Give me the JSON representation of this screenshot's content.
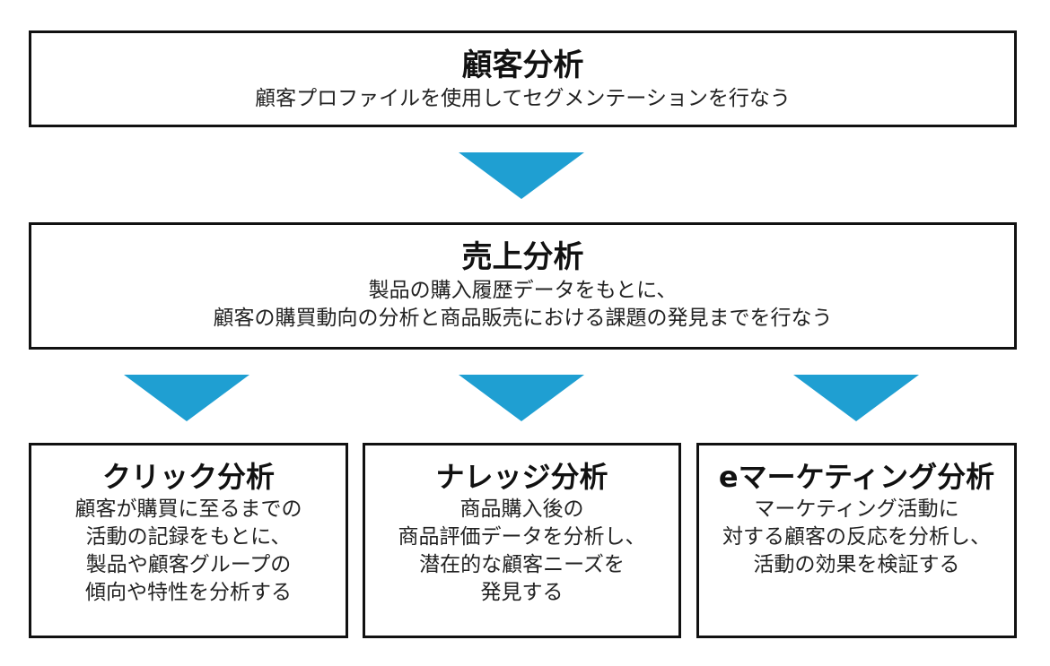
{
  "customer_analysis": {
    "title": "顧客分析",
    "lines": [
      "顧客プロファイルを使用してセグメンテーションを行なう"
    ]
  },
  "sales_analysis": {
    "title": "売上分析",
    "lines": [
      "製品の購入履歴データをもとに、",
      "顧客の購買動向の分析と商品販売における課題の発見までを行なう"
    ]
  },
  "click_analysis": {
    "title": "クリック分析",
    "lines": [
      "顧客が購買に至るまでの",
      "活動の記録をもとに、",
      "製品や顧客グループの",
      "傾向や特性を分析する"
    ]
  },
  "knowledge_analysis": {
    "title": "ナレッジ分析",
    "lines": [
      "商品購入後の",
      "商品評価データを分析し、",
      "潜在的な顧客ニーズを",
      "発見する"
    ]
  },
  "emarketing_analysis": {
    "title": "eマーケティング分析",
    "lines": [
      "マーケティング活動に",
      "対する顧客の反応を分析し、",
      "活動の効果を検証する"
    ]
  },
  "colors": {
    "arrow": "#1f9fd2",
    "border": "#111111"
  }
}
